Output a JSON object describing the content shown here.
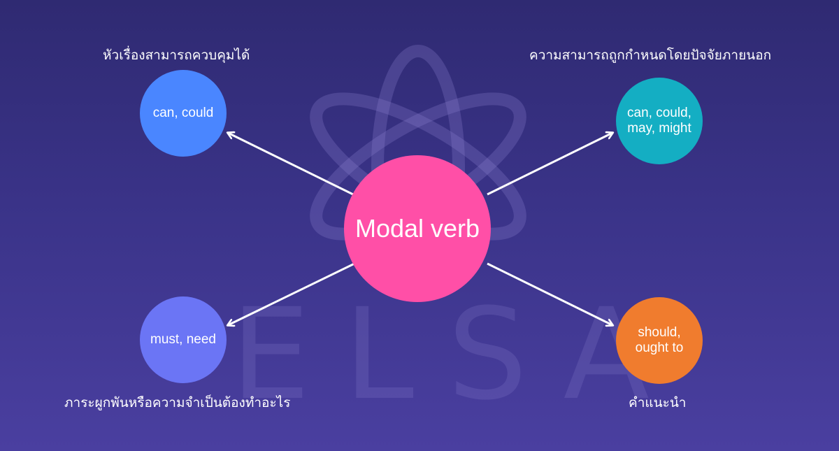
{
  "colors": {
    "center": "#ff4fa7",
    "top_left": "#4a86ff",
    "top_right": "#14aec3",
    "bottom_left": "#6b75f5",
    "bottom_right": "#f07c2e",
    "arrow": "#ffffff"
  },
  "watermark": {
    "text": "ELSA",
    "icon": "atom-logo-icon"
  },
  "center": {
    "label": "Modal verb"
  },
  "nodes": {
    "top_left": {
      "label": "can, could",
      "caption": "หัวเรื่องสามารถควบคุมได้"
    },
    "top_right": {
      "label": "can, could,\nmay, might",
      "caption": "ความสามารถถูกกำหนดโดยปัจจัยภายนอก"
    },
    "bottom_left": {
      "label": "must, need",
      "caption": "ภาระผูกพันหรือความจำเป็นต้องทำอะไร"
    },
    "bottom_right": {
      "label": "should,\nought to",
      "caption": "คำแนะนำ"
    }
  }
}
